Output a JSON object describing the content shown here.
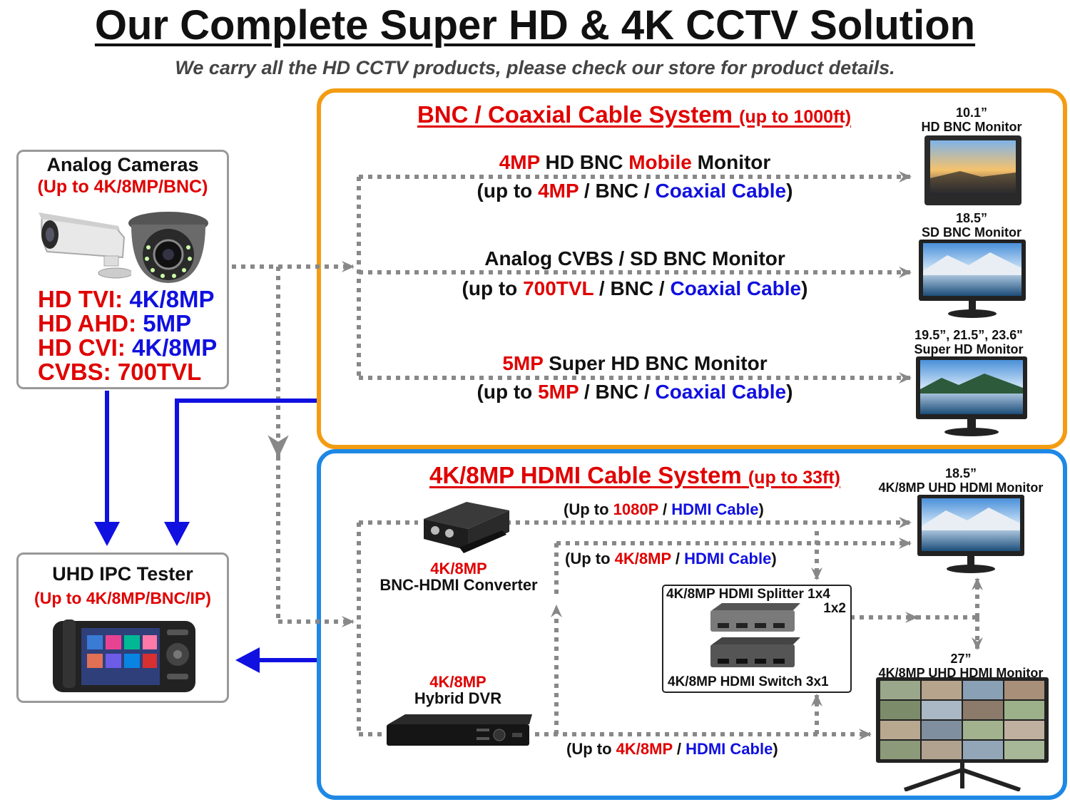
{
  "header": {
    "title": "Our Complete Super HD & 4K CCTV Solution",
    "subtitle": "We carry all the HD CCTV products, please check our store for product details."
  },
  "analog_cameras": {
    "title": "Analog Cameras",
    "subtitle": "(Up to 4K/8MP/BNC)",
    "specs": [
      {
        "label": "HD TVI:",
        "value": "4K/8MP"
      },
      {
        "label": "HD AHD:",
        "value": "5MP"
      },
      {
        "label": "HD CVI:",
        "value": "4K/8MP"
      },
      {
        "label": "CVBS:",
        "value": "700TVL"
      }
    ]
  },
  "tester": {
    "title": "UHD IPC Tester",
    "subtitle": "(Up to 4K/8MP/BNC/IP)"
  },
  "bnc_system": {
    "title": "BNC / Coaxial Cable System",
    "range": "(up to 1000ft)",
    "routes": [
      {
        "line1": [
          "4MP",
          " HD BNC ",
          "Mobile",
          " Monitor"
        ],
        "line2": [
          "(up to ",
          "4MP",
          " / BNC / ",
          "Coaxial Cable",
          ")"
        ]
      },
      {
        "line1": [
          "Analog CVBS / SD BNC Monitor"
        ],
        "line2": [
          "(up to ",
          "700TVL",
          " / BNC / ",
          "Coaxial Cable",
          ")"
        ]
      },
      {
        "line1": [
          "5MP",
          " Super HD BNC Monitor"
        ],
        "line2": [
          "(up to ",
          "5MP",
          " / BNC / ",
          "Coaxial Cable",
          ")"
        ]
      }
    ],
    "monitors": [
      {
        "size": "10.1”",
        "name": "HD BNC Monitor"
      },
      {
        "size": "18.5”",
        "name": "SD BNC Monitor"
      },
      {
        "size": "19.5”, 21.5”, 23.6\"",
        "name": "Super HD Monitor"
      }
    ]
  },
  "hdmi_system": {
    "title": "4K/8MP HDMI Cable System",
    "range": "(up to 33ft)",
    "converter": {
      "res": "4K/8MP",
      "name": "BNC-HDMI Converter"
    },
    "dvr": {
      "res": "4K/8MP",
      "name": "Hybrid DVR"
    },
    "splitter": {
      "name": "4K/8MP HDMI Splitter 1x4",
      "alt": "1x2",
      "switch": "4K/8MP HDMI Switch 3x1"
    },
    "links": [
      {
        "pre": "(Up to ",
        "res": "1080P",
        "sep": " / ",
        "cable": "HDMI Cable",
        "post": ")"
      },
      {
        "pre": "(Up to ",
        "res": "4K/8MP",
        "sep": " / ",
        "cable": "HDMI Cable",
        "post": ")"
      },
      {
        "pre": "(Up to ",
        "res": "4K/8MP",
        "sep": " / ",
        "cable": "HDMI Cable",
        "post": ")"
      }
    ],
    "monitors": [
      {
        "size": "18.5”",
        "name": "4K/8MP UHD HDMI Monitor"
      },
      {
        "size": "27”",
        "name": "4K/8MP UHD HDMI Monitor"
      }
    ]
  },
  "colors": {
    "orange": "#f39c12",
    "blue_frame": "#1e88e5",
    "red": "#e00000",
    "blue": "#1010e0",
    "arrow_gray": "#888888"
  }
}
